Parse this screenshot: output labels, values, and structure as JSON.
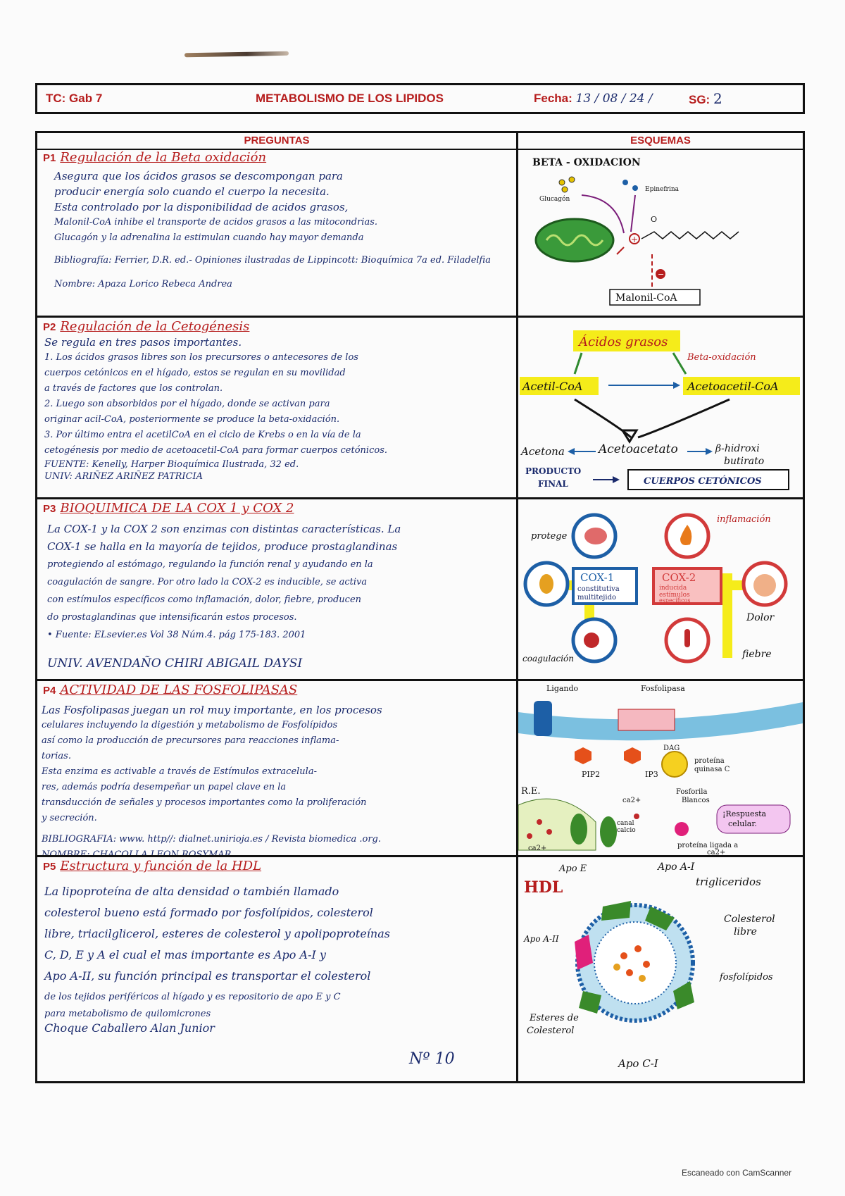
{
  "header": {
    "tc": "TC: Gab 7",
    "title": "METABOLISMO DE LOS LIPIDOS",
    "fecha_label": "Fecha:",
    "fecha_value": "13 / 08 / 24 /",
    "sg_label": "SG:",
    "sg_value": "2"
  },
  "columns": {
    "preguntas": "PREGUNTAS",
    "esquemas": "ESQUEMAS"
  },
  "p1": {
    "num": "P1",
    "title": "Regulación de la Beta oxidación",
    "lines": [
      "Asegura que los ácidos grasos se descompongan para",
      "producir energía solo cuando el cuerpo la necesita.",
      "Esta controlado por la disponibilidad de acidos grasos,",
      "Malonil-CoA inhibe el transporte de acidos grasos a las mitocondrias.",
      "Glucagón y la adrenalina la estimulan cuando hay mayor demanda"
    ],
    "biblio": "Bibliografía: Ferrier, D.R. ed.- Opiniones ilustradas de Lippincott: Bioquímica 7a ed. Filadelfia",
    "nombre": "Nombre: Apaza Lorico Rebeca Andrea",
    "diagram": {
      "title": "BETA - OXIDACION",
      "glucagon": "Glucagón",
      "epinefrina": "Epinefrina",
      "malonil": "Malonil-CoA"
    }
  },
  "p2": {
    "num": "P2",
    "title": "Regulación de la Cetogénesis",
    "lines": [
      "Se regula en tres pasos importantes.",
      "1. Los ácidos grasos libres son los precursores o antecesores de los",
      "cuerpos cetónicos en el hígado, estos se regulan en su movilidad",
      "a través de factores que los controlan.",
      "2. Luego son absorbidos por el hígado, donde se activan para",
      "originar acil-CoA, posteriormente se produce la beta-oxidación.",
      "3. Por último entra el acetilCoA en el ciclo de Krebs o en la vía de la",
      "cetogénesis por medio de acetoacetil-CoA para formar cuerpos cetónicos.",
      "FUENTE: Kenelly, Harper Bioquímica Ilustrada, 32 ed.",
      "UNIV: ARIÑEZ ARIÑEZ PATRICIA"
    ],
    "diagram": {
      "acidos": "Ácidos grasos",
      "beta": "Beta-oxidación",
      "acetil": "Acetil-CoA",
      "acetoacetil": "Acetoacetil-CoA",
      "acetona": "Acetona",
      "acetoacetato": "Acetoacetato",
      "hidroxi1": "β-hidroxi",
      "hidroxi2": "butirato",
      "producto1": "PRODUCTO",
      "producto2": "FINAL",
      "cuerpos": "CUERPOS CETÓNICOS"
    }
  },
  "p3": {
    "num": "P3",
    "title": "BIOQUIMICA DE LA COX 1 y COX 2",
    "lines": [
      "La COX-1 y la COX 2 son enzimas con distintas características. La",
      "COX-1 se halla en la mayoría de tejidos, produce prostaglandinas",
      "protegiendo al estómago, regulando la función renal y ayudando en la",
      "coagulación de sangre. Por otro lado la COX-2 es inducible, se activa",
      "con estímulos específicos como inflamación, dolor, fiebre, producen",
      "do prostaglandinas que intensificarán estos procesos.",
      "• Fuente: ELsevier.es Vol 38 Núm.4. pág 175-183. 2001"
    ],
    "nombre": "UNIV. AVENDAÑO CHIRI ABIGAIL DAYSI",
    "diagram": {
      "protege": "protege",
      "inflamacion": "inflamación",
      "cox1": "COX-1",
      "cox1_sub1": "constitutiva",
      "cox1_sub2": "multitejido",
      "cox2": "COX-2",
      "cox2_sub1": "inducida",
      "cox2_sub2": "estímulos",
      "cox2_sub3": "específicos",
      "dolor": "Dolor",
      "coagulacion": "coagulación",
      "fiebre": "fiebre"
    }
  },
  "p4": {
    "num": "P4",
    "title": "ACTIVIDAD DE LAS FOSFOLIPASAS",
    "lines": [
      "Las Fosfolipasas juegan un rol muy importante, en los procesos",
      "celulares incluyendo la digestión y metabolismo de Fosfolípidos",
      "así como la producción de precursores para reacciones inflama-",
      "torias.",
      "Esta enzima es activable a través de Estímulos extracelula-",
      "res, además podría desempeñar un papel clave en la",
      "transducción de señales y procesos importantes como la proliferación",
      "y secreción."
    ],
    "biblio": "BIBLIOGRAFIA: www. http//: dialnet.unirioja.es / Revista biomedica .org.",
    "nombre": "NOMBRE: CHACOLLA LEON ROSYMAR",
    "diagram": {
      "ligando": "Ligando",
      "fosfolipasa": "Fosfolipasa",
      "dag": "DAG",
      "pip2": "PIP2",
      "ip3": "IP3",
      "proteina1": "proteína",
      "proteina2": "quinasa C",
      "re": "R.E.",
      "ca": "ca2+",
      "fosfo1": "Fosforila",
      "fosfo2": "Blancos",
      "resp1": "¡Respuesta",
      "resp2": "celular.",
      "canal1": "canal",
      "canal2": "calcio",
      "pl1": "proteína ligada a",
      "pl2": "ca2+",
      "ca2": "ca2+"
    }
  },
  "p5": {
    "num": "P5",
    "title": "Estructura y función de la HDL",
    "lines": [
      "La lipoproteína de alta densidad o también llamado",
      "colesterol bueno está formado por fosfolípidos, colesterol",
      "libre, triacilglicerol, esteres de colesterol y apolipoproteínas",
      "C, D, E y A el cual el mas importante es Apo A-I y",
      "Apo A-II, su función principal es transportar el colesterol",
      "de los tejidos periféricos al hígado y es repositorio de apo E y C",
      "para metabolismo de quilomicrones"
    ],
    "nombre": "Choque Caballero Alan Junior",
    "numero": "Nº 10",
    "diagram": {
      "hdl": "HDL",
      "apoe": "Apo E",
      "apoa1": "Apo A-I",
      "trig": "trigliceridos",
      "apoa2": "Apo A-II",
      "col1": "Colesterol",
      "col2": "libre",
      "fosfo": "fosfolípidos",
      "est1": "Esteres de",
      "est2": "Colesterol",
      "apoc": "Apo C-I"
    }
  },
  "footer": {
    "scanner": "Escaneado con CamScanner"
  }
}
